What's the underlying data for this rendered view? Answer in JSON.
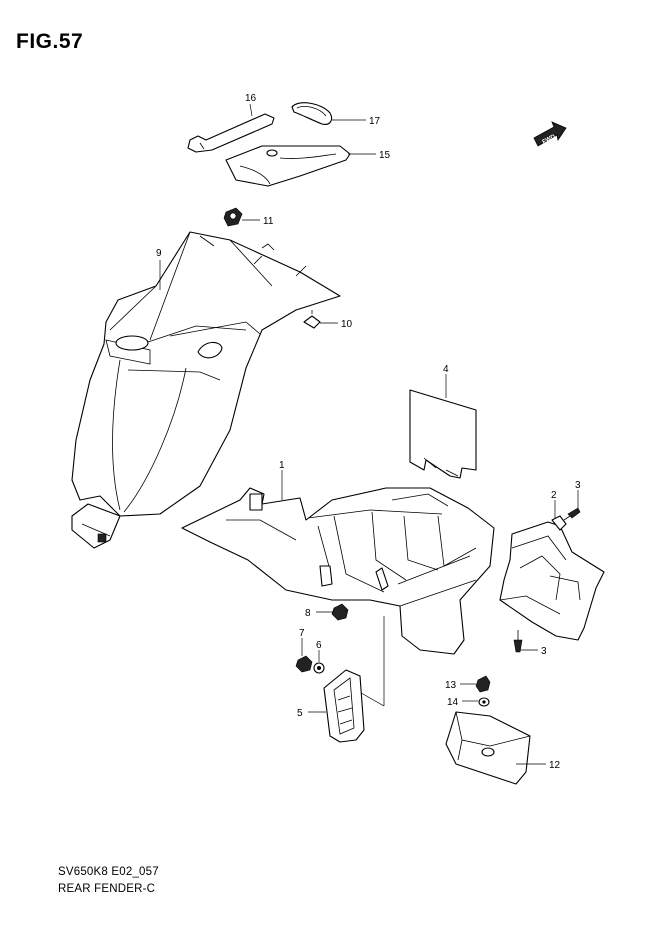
{
  "header": {
    "figure_title": "FIG.57"
  },
  "footer": {
    "model_code": "SV650K8 E02_057",
    "section_name": "REAR FENDER-C"
  },
  "fwd_badge": {
    "label": "FWD"
  },
  "callouts": {
    "p1": "1",
    "p2": "2",
    "p3a": "3",
    "p3b": "3",
    "p4": "4",
    "p5": "5",
    "p6": "6",
    "p7": "7",
    "p8": "8",
    "p9": "9",
    "p10": "10",
    "p11": "11",
    "p12": "12",
    "p13": "13",
    "p14": "14",
    "p15": "15",
    "p16": "16",
    "p17": "17"
  }
}
